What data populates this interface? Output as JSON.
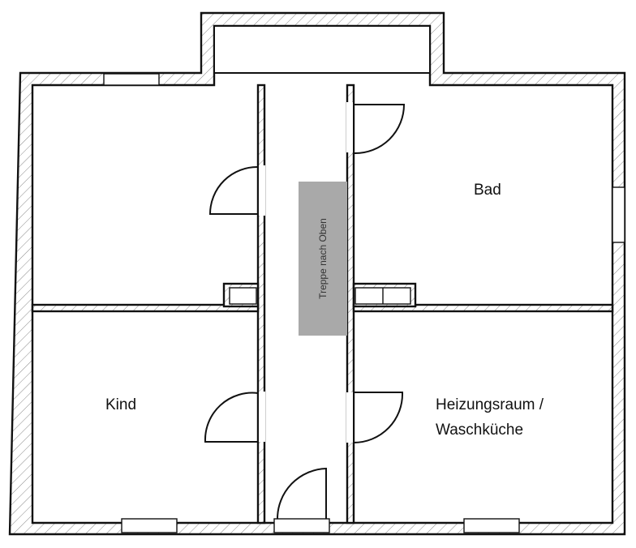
{
  "plan": {
    "type": "floor-plan",
    "colors": {
      "wall_line": "#111111",
      "hatch": "#888888",
      "stair_fill": "#a9a9a9",
      "background": "#ffffff"
    },
    "rooms": [
      {
        "id": "top-left-room",
        "label": ""
      },
      {
        "id": "kind",
        "label": "Kind"
      },
      {
        "id": "flur",
        "label": ""
      },
      {
        "id": "bad",
        "label": "Bad"
      },
      {
        "id": "heizungsraum",
        "label_line1": "Heizungsraum /",
        "label_line2": "Waschküche"
      },
      {
        "id": "top-annex",
        "label": ""
      }
    ],
    "stair": {
      "label": "Treppe nach Oben"
    }
  }
}
